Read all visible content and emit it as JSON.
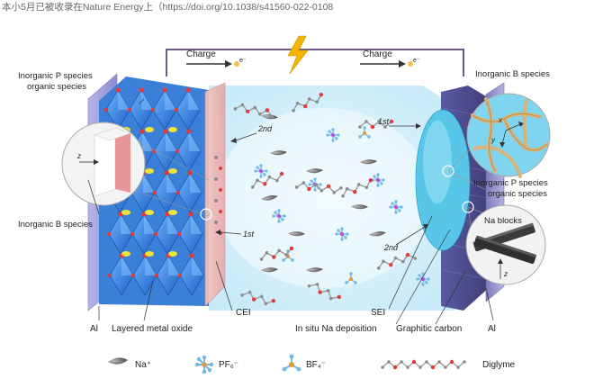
{
  "header_text": "本小5月已被收录在Nature Energy上（https://doi.org/10.1038/s41560-022-0108",
  "labels": {
    "charge_left": "Charge",
    "charge_right": "Charge",
    "e_left": "e⁻",
    "e_right": "e⁻",
    "cathode_inorg_p_line1": "Inorganic P species",
    "cathode_inorg_p_line2": "organic species",
    "cathode_inorg_b": "Inorganic B species",
    "inset_axis_z": "z",
    "first_left": "1st",
    "second_left": "2nd",
    "first_right": "1st",
    "second_right": "2nd",
    "anode_inorg_b": "Inorganic B species",
    "anode_inorg_p_line1": "Inorganic P species",
    "anode_inorg_p_line2": "organic species",
    "inset_axis_x": "x",
    "inset_axis_y": "y",
    "na_blocks": "Na blocks",
    "na_axis_z": "z",
    "al_left": "Al",
    "layered_metal_oxide": "Layered metal oxide",
    "cei": "CEI",
    "sei": "SEI",
    "in_situ_na": "In situ Na deposition",
    "graphitic_carbon": "Graphitic carbon",
    "al_right": "Al"
  },
  "legend": [
    {
      "key": "na",
      "label": "Na⁺"
    },
    {
      "key": "pf6",
      "label": "PF₆⁻"
    },
    {
      "key": "bf4",
      "label": "BF₄⁻"
    },
    {
      "key": "diglyme",
      "label": "Diglyme"
    }
  ],
  "colors": {
    "octahedron": "#2f7fe0",
    "cei": "#e7a6a6",
    "sei": "#58c6e8",
    "electrolyte": "#d9f1fb",
    "circuit": "#6d5a86",
    "lightning": "#f4b400"
  }
}
